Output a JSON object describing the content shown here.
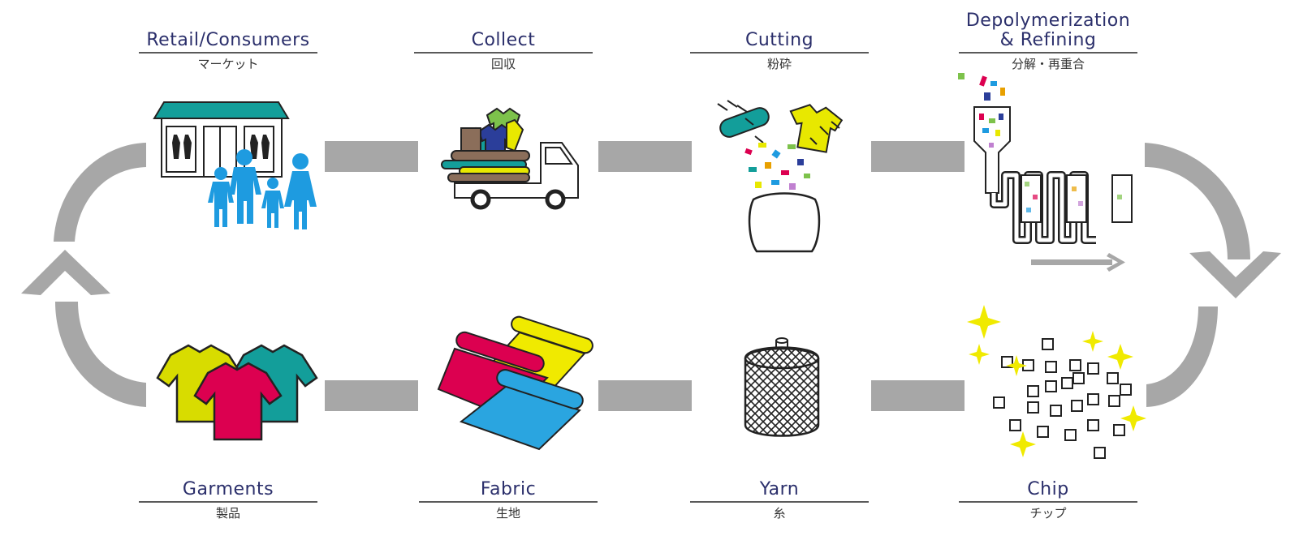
{
  "colors": {
    "arrow_gray": "#a7a7a7",
    "title_navy": "#2b2f6b",
    "teal": "#139e9a",
    "cyan": "#1e9be0",
    "yellow": "#e8e800",
    "magenta": "#dc0050",
    "sky": "#2aa5e0"
  },
  "stages": {
    "retail": {
      "en": "Retail/Consumers",
      "ja": "マーケット"
    },
    "collect": {
      "en": "Collect",
      "ja": "回収"
    },
    "cutting": {
      "en": "Cutting",
      "ja": "粉砕"
    },
    "depoly": {
      "en_line1": "Depolymerization",
      "en_line2": "& Refining",
      "ja": "分解・再重合"
    },
    "garments": {
      "en": "Garments",
      "ja": "製品"
    },
    "fabric": {
      "en": "Fabric",
      "ja": "生地"
    },
    "yarn": {
      "en": "Yarn",
      "ja": "糸"
    },
    "chip": {
      "en": "Chip",
      "ja": "チップ"
    }
  },
  "icons": [
    "store-family-icon",
    "truck-clothes-icon",
    "shredder-icon",
    "refinery-icon",
    "tshirts-icon",
    "fabric-rolls-icon",
    "yarn-spool-icon",
    "chips-sparkle-icon"
  ]
}
